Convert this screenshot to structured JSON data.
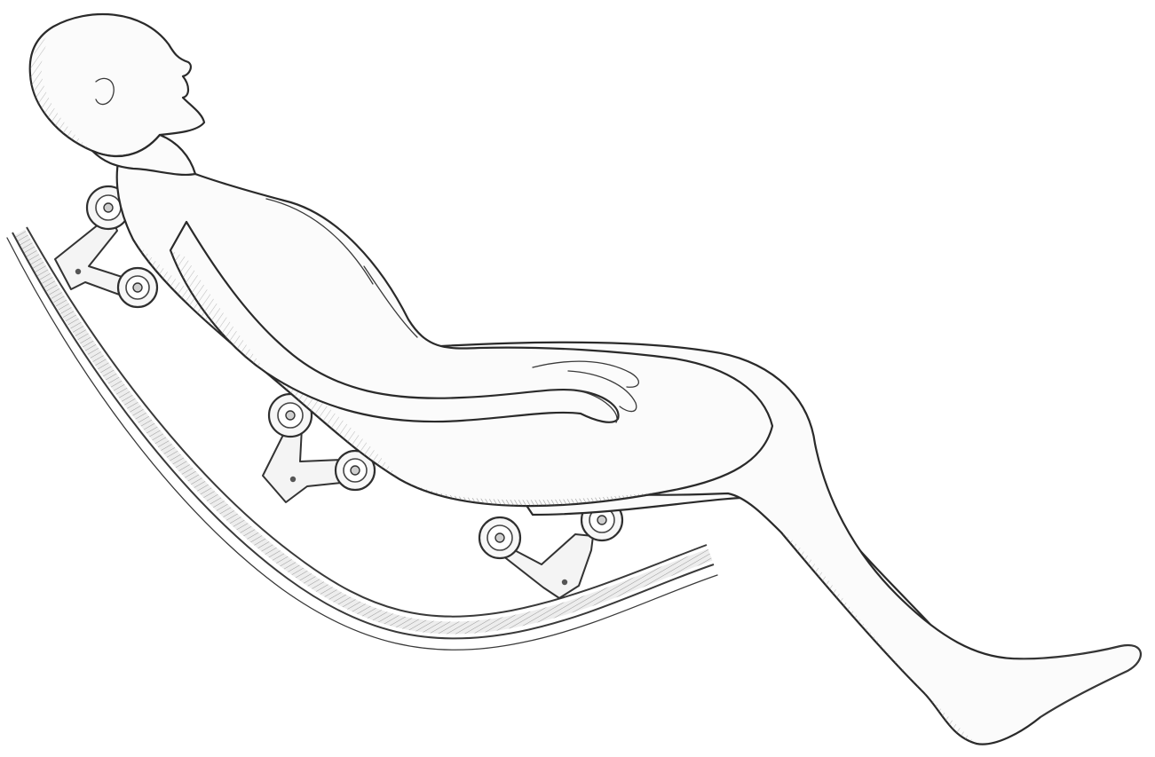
{
  "figure": {
    "subject": "reclining-person-on-massage-roller-track",
    "colors": {
      "ink": "#2a2a2a",
      "paper": "#ffffff",
      "shade": "#9a9a9a"
    },
    "roller_units": [
      {
        "name": "neck-roller-unit"
      },
      {
        "name": "back-roller-unit"
      },
      {
        "name": "hip-roller-unit"
      }
    ]
  }
}
